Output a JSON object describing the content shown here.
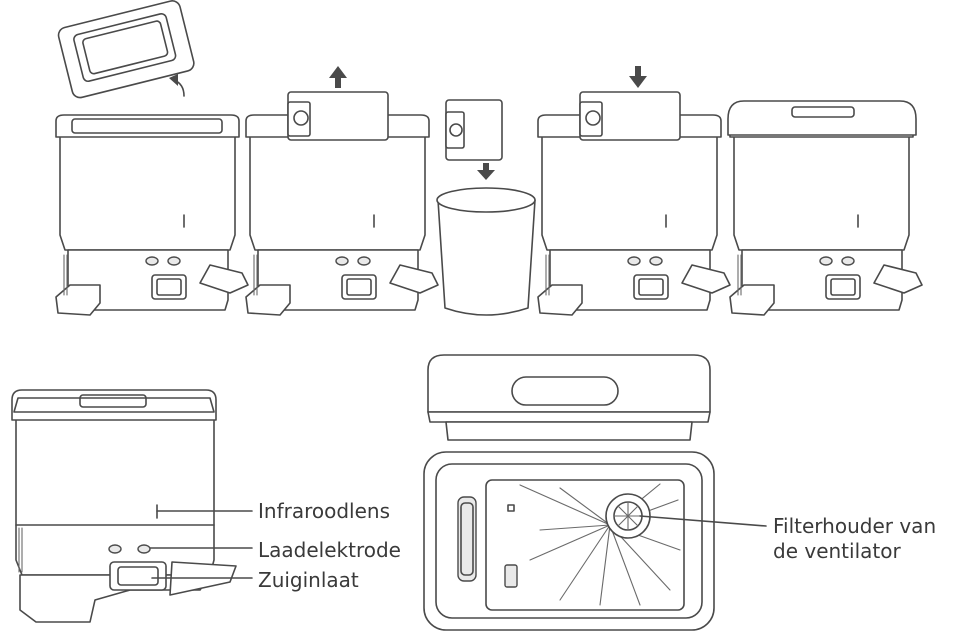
{
  "labels": {
    "infrared_lens": "Infraroodlens",
    "charging_electrode": "Laadelektrode",
    "suction_inlet": "Zuiginlaat",
    "fan_filter_holder_line1": "Filterhouder van",
    "fan_filter_holder_line2": "de ventilator"
  },
  "icons": {
    "step1_arrow": "curved-arrow-icon",
    "step2_arrow": "up-arrow-icon",
    "step3_arrow": "down-arrow-icon",
    "step4_arrow": "down-arrow-icon"
  },
  "colors": {
    "line": "#4a4a4a",
    "label_text": "#3a3a3a",
    "background": "#ffffff"
  }
}
